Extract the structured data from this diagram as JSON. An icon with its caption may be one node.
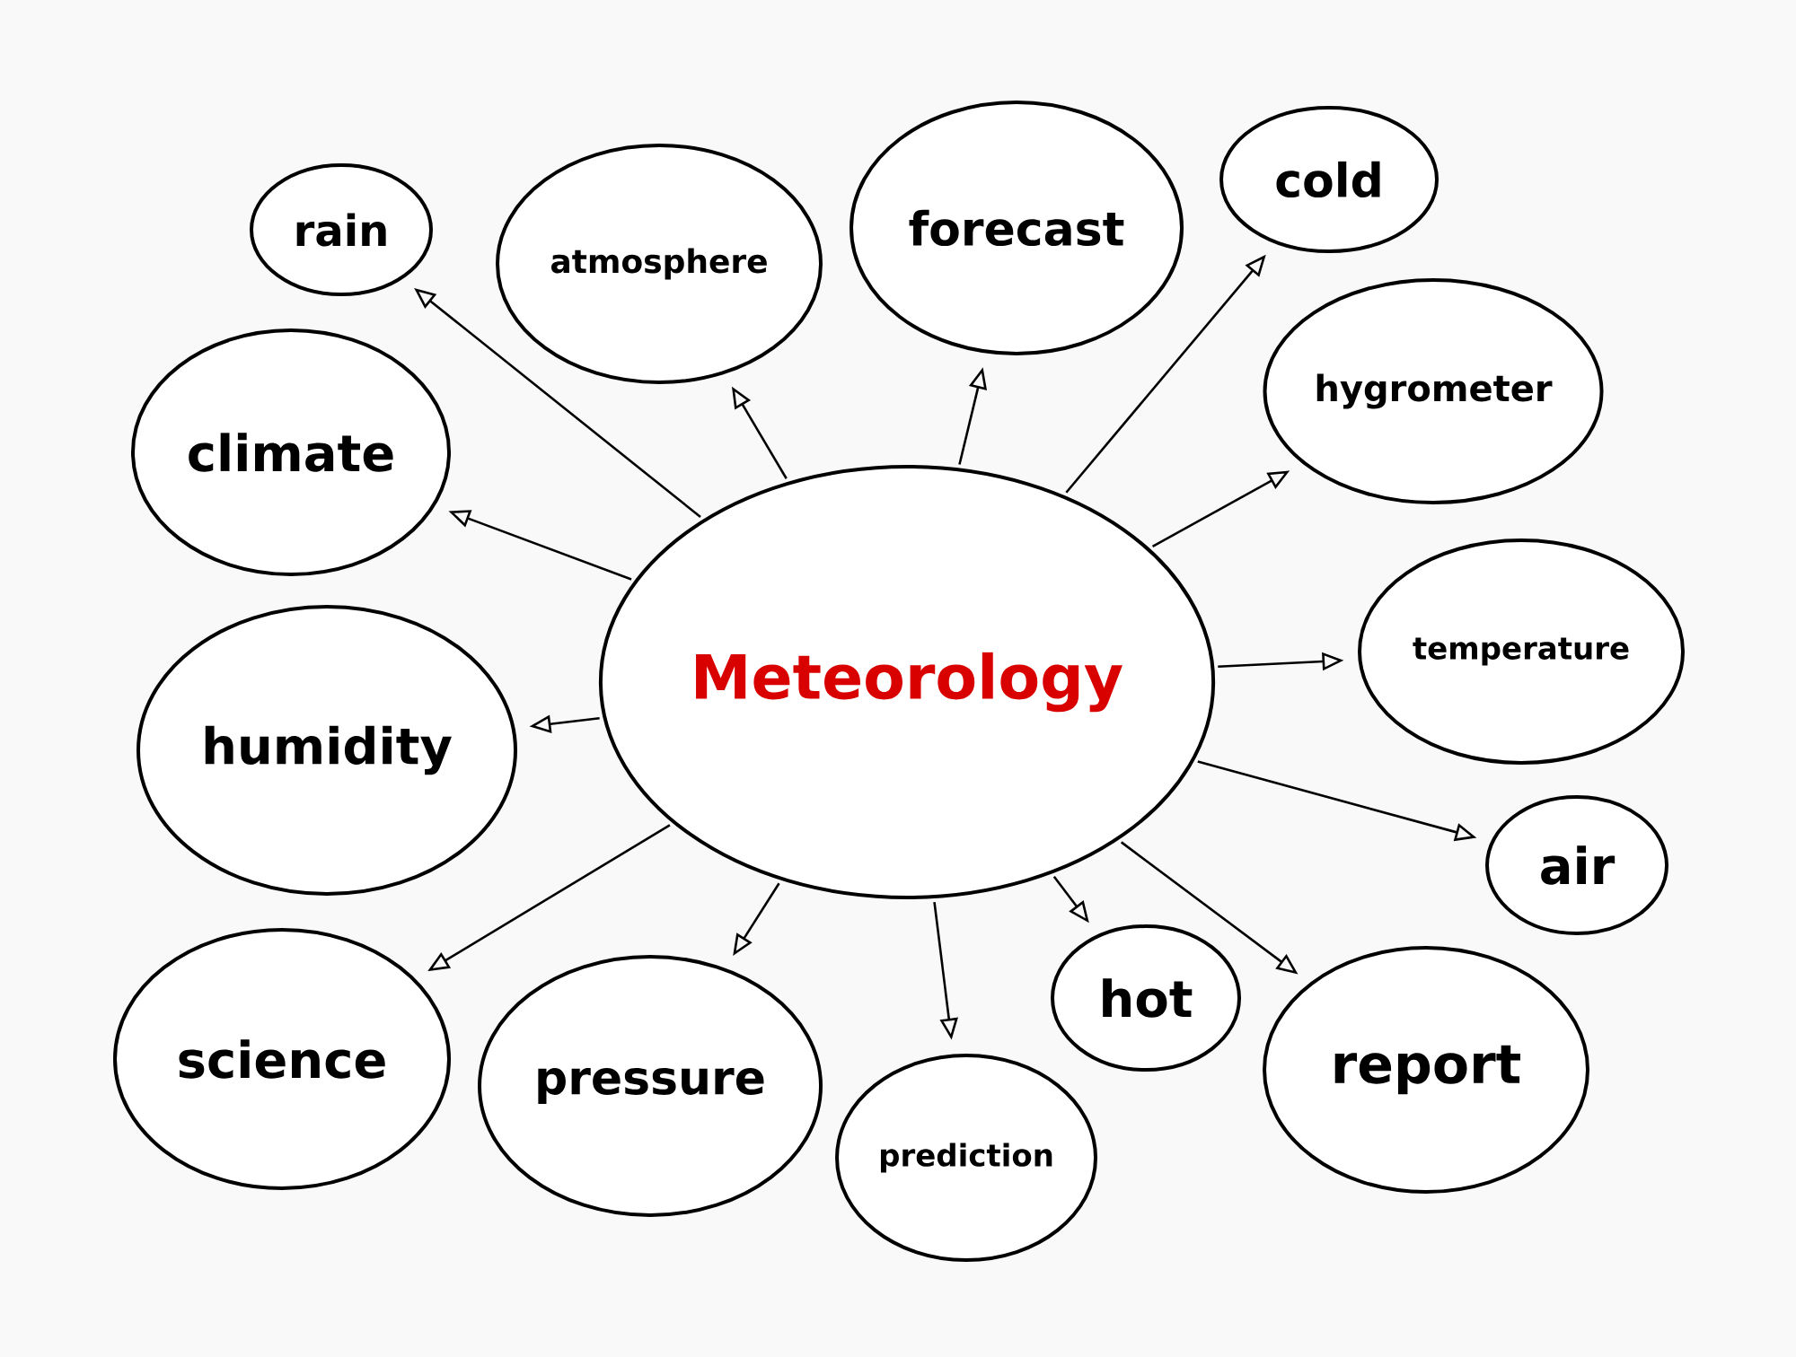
{
  "diagram": {
    "nodes": [
      {
        "text": [
          "Meteorology"
        ]
      },
      {
        "text": [
          "rain"
        ]
      },
      {
        "text": [
          "atmosphere"
        ]
      },
      {
        "text": [
          "forecast"
        ]
      },
      {
        "text": [
          "cold"
        ]
      },
      {
        "text": [
          "climate"
        ]
      },
      {
        "text": [
          "hygrometer"
        ]
      },
      {
        "text": [
          "humidity"
        ]
      },
      {
        "text": [
          "temperature"
        ]
      },
      {
        "text": [
          "air"
        ]
      },
      {
        "text": [
          "science"
        ]
      },
      {
        "text": [
          "pressure"
        ]
      },
      {
        "text": [
          "hot"
        ]
      },
      {
        "text": [
          "report"
        ]
      },
      {
        "text": [
          "prediction"
        ]
      }
    ],
    "edges": [
      {
        "from": 0,
        "to": 1,
        "arrow": "to"
      },
      {
        "from": 0,
        "to": 2,
        "arrow": "to"
      },
      {
        "from": 0,
        "to": 3,
        "arrow": "to"
      },
      {
        "from": 0,
        "to": 4,
        "arrow": "to"
      },
      {
        "from": 0,
        "to": 5,
        "arrow": "to"
      },
      {
        "from": 0,
        "to": 6,
        "arrow": "to"
      },
      {
        "from": 0,
        "to": 7,
        "arrow": "to"
      },
      {
        "from": 0,
        "to": 8,
        "arrow": "to"
      },
      {
        "from": 0,
        "to": 9,
        "arrow": "to"
      },
      {
        "from": 0,
        "to": 10,
        "arrow": "to"
      },
      {
        "from": 0,
        "to": 11,
        "arrow": "to"
      },
      {
        "from": 0,
        "to": 12,
        "arrow": "to"
      },
      {
        "from": 0,
        "to": 13,
        "arrow": "to"
      },
      {
        "from": 0,
        "to": 14,
        "arrow": "to"
      }
    ]
  }
}
